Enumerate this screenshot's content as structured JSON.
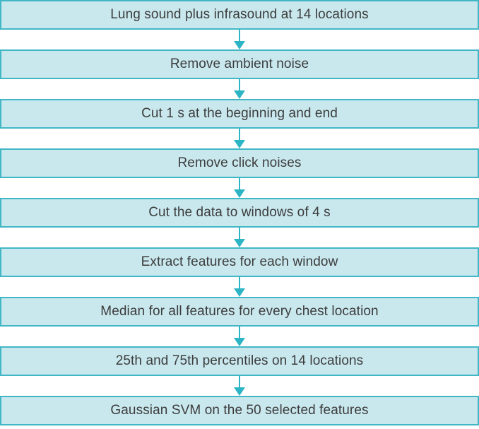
{
  "flowchart": {
    "steps": [
      {
        "label": "Lung sound plus infrasound at 14 locations"
      },
      {
        "label": "Remove ambient noise"
      },
      {
        "label": "Cut 1 s at the beginning and end"
      },
      {
        "label": "Remove click noises"
      },
      {
        "label": "Cut the data to windows of 4 s"
      },
      {
        "label": "Extract features for each window"
      },
      {
        "label": "Median for all features for every chest location"
      },
      {
        "label": "25th and 75th percentiles on 14 locations"
      },
      {
        "label": "Gaussian SVM on the 50 selected features"
      }
    ],
    "colors": {
      "box_fill": "#c9e8ee",
      "box_border": "#41b7c6",
      "arrow": "#2db5c6",
      "text": "#3c3c3c",
      "background": "#ffffff"
    }
  }
}
